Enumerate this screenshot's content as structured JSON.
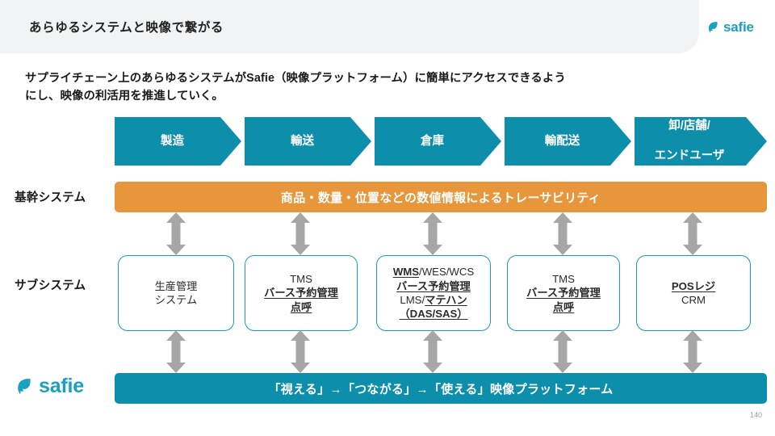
{
  "header": {
    "title": "あらゆるシステムと映像で繋がる",
    "logo_text": "safie",
    "logo_icon": "safie-leaf-icon",
    "bg_color": "#f1f3f4",
    "brand_color": "#1aa0c0"
  },
  "lead": {
    "line1": "サプライチェーン上のあらゆるシステムがSafie（映像プラットフォーム）に簡単にアクセスできるよう",
    "line2": "にし、映像の利活用を推進していく。"
  },
  "colors": {
    "teal": "#0d8fab",
    "orange": "#e8963c",
    "box_border": "#1a9ab5",
    "arrow_gray": "#a6a6a6"
  },
  "supply_chain": {
    "steps": [
      {
        "label": "製造"
      },
      {
        "label": "輸送"
      },
      {
        "label": "倉庫"
      },
      {
        "label": "輸配送"
      },
      {
        "label_line1": "卸/店舗/",
        "label_line2": "エンドユーザ"
      }
    ]
  },
  "rows": {
    "core_label": "基幹システム",
    "sub_label": "サブシステム"
  },
  "core_band": {
    "text": "商品・数量・位置などの数値情報によるトレーサビリティ"
  },
  "sub_systems": [
    {
      "lines": [
        {
          "text": "生産管理",
          "underline": false
        },
        {
          "text": "システム",
          "underline": false
        }
      ]
    },
    {
      "lines": [
        {
          "text": "TMS",
          "underline": false
        },
        {
          "text": "バース予約管理",
          "underline": true
        },
        {
          "text": "点呼",
          "underline": true
        }
      ]
    },
    {
      "lines": [
        {
          "text": "WMS",
          "underline": true,
          "suffix": "/WES/WCS"
        },
        {
          "text": "バース予約管理",
          "underline": true
        },
        {
          "prefix": "LMS/",
          "text": "マテハン",
          "underline": true
        },
        {
          "text": "（DAS/SAS）",
          "underline": true
        }
      ]
    },
    {
      "lines": [
        {
          "text": "TMS",
          "underline": false
        },
        {
          "text": "バース予約管理",
          "underline": true
        },
        {
          "text": "点呼",
          "underline": true
        }
      ]
    },
    {
      "lines": [
        {
          "text": "POSレジ",
          "underline": true
        },
        {
          "text": "CRM",
          "underline": false
        }
      ]
    }
  ],
  "platform_bar": {
    "text": "「視える」→「つながる」→「使える」映像プラットフォーム",
    "logo_text": "safie",
    "logo_icon": "safie-leaf-icon"
  },
  "footer": {
    "page_number": "140"
  }
}
